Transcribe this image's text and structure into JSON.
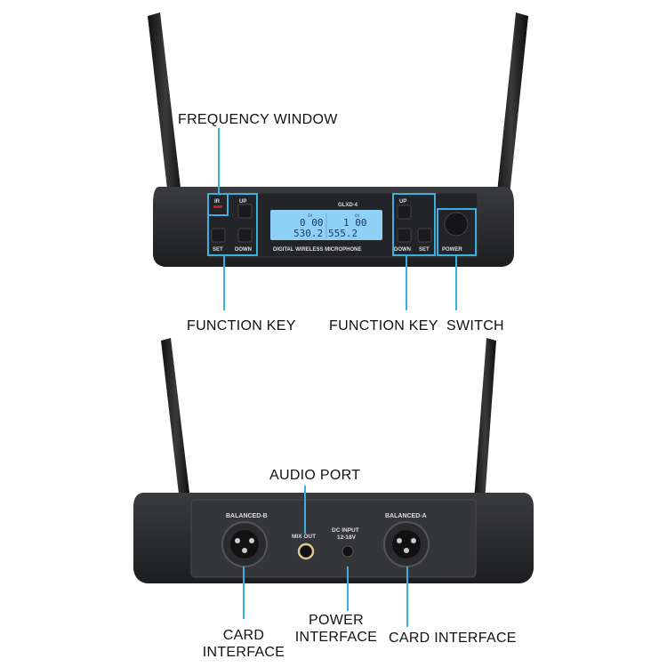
{
  "front": {
    "model": "GLXD-4",
    "brand_strip": "DIGITAL WIRELESS MICROPHONE",
    "ir_label": "IR",
    "left_keys": {
      "up": "UP",
      "set": "SET",
      "down": "DOWN"
    },
    "right_keys": {
      "up": "UP",
      "down": "DOWN",
      "set": "SET"
    },
    "power_label": "POWER",
    "lcd": {
      "ch_label": "CH",
      "ch_a": "0 00",
      "ch_b": "1 00",
      "freq_a": "530.2",
      "freq_b": "555.2"
    },
    "callouts": {
      "frequency_window": "FREQUENCY WINDOW",
      "function_key_left": "FUNCTION KEY",
      "function_key_right": "FUNCTION KEY",
      "switch": "SWITCH"
    }
  },
  "back": {
    "balanced_b": "BALANCED-B",
    "balanced_a": "BALANCED-A",
    "mix_out": "MIX OUT",
    "dc_input": "DC  INPUT",
    "dc_voltage": "12-18V",
    "callouts": {
      "audio_port": "AUDIO PORT",
      "card_interface_left_line1": "CARD",
      "card_interface_left_line2": "INTERFACE",
      "power_interface_line1": "POWER",
      "power_interface_line2": "INTERFACE",
      "card_interface_right": "CARD INTERFACE"
    }
  },
  "colors": {
    "callout_line": "#3ab0e0",
    "body": "#2a2b2e",
    "lcd": "#8fd0f5"
  }
}
